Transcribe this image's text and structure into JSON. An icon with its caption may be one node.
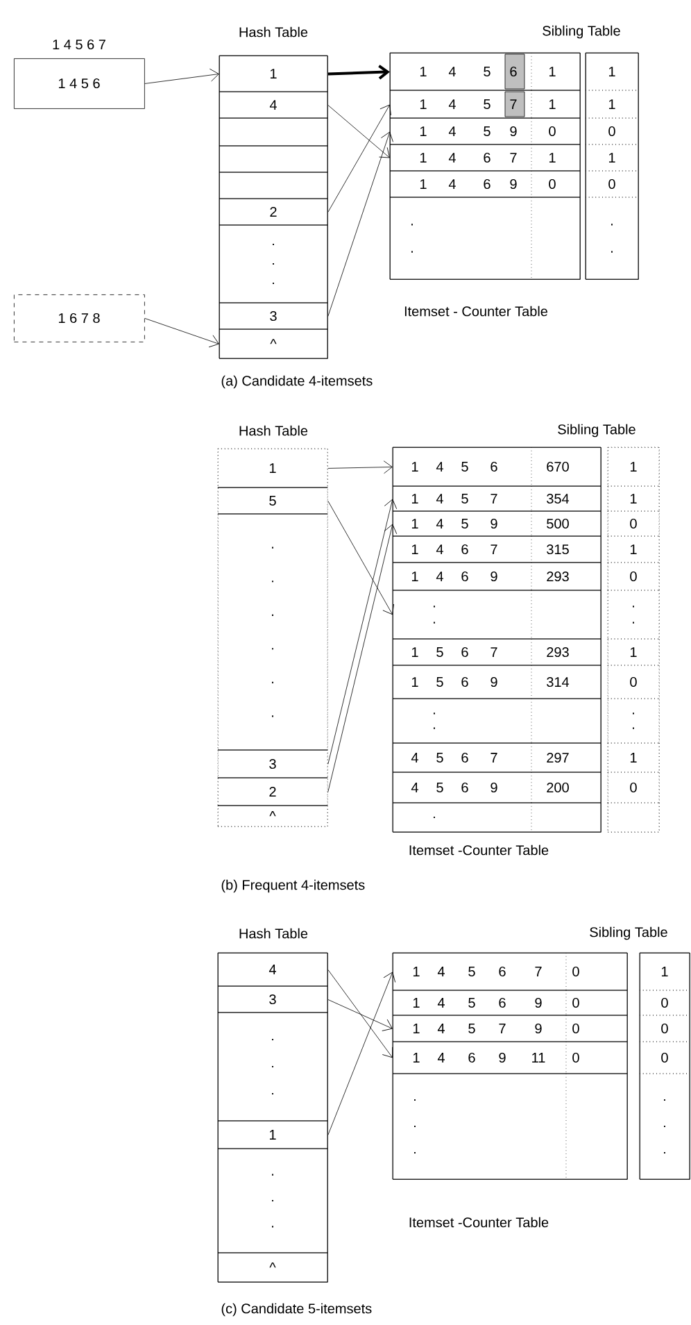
{
  "diagram": {
    "nodes": [
      {
        "text": [
          "1 4 5 6 7",
          "1 4 5 6"
        ]
      },
      {
        "text": [
          "1 6 7 8"
        ]
      },
      {
        "text": [
          "Hash Table"
        ]
      },
      {
        "text": [
          "1"
        ],
        "in": 2
      },
      {
        "text": [
          "4"
        ],
        "in": 2
      },
      {
        "text": [],
        "shape": "box",
        "in": 2
      },
      {
        "text": [],
        "shape": "box",
        "in": 2
      },
      {
        "text": [],
        "shape": "box",
        "in": 2
      },
      {
        "text": [
          "2"
        ],
        "in": 2
      },
      {
        "text": [
          ".",
          ".",
          "."
        ],
        "in": 2
      },
      {
        "text": [
          "3"
        ],
        "in": 2
      },
      {
        "text": [
          "^"
        ],
        "in": 2
      },
      {
        "text": [
          "Itemset - Counter Table"
        ]
      },
      {
        "text": [
          "1",
          "4",
          "5",
          "6",
          "1"
        ],
        "in": 12
      },
      {
        "text": [
          "1",
          "4",
          "5",
          "7",
          "1"
        ],
        "in": 12
      },
      {
        "text": [
          "1",
          "4",
          "5",
          "9",
          "0"
        ],
        "in": 12
      },
      {
        "text": [
          "1",
          "4",
          "6",
          "7",
          "1"
        ],
        "in": 12
      },
      {
        "text": [
          "1",
          "4",
          "6",
          "9",
          "0"
        ],
        "in": 12
      },
      {
        "text": [
          ".",
          "."
        ],
        "in": 12
      },
      {
        "text": [
          "Sibling Table"
        ]
      },
      {
        "text": [
          "1"
        ],
        "in": 19
      },
      {
        "text": [
          "1"
        ],
        "in": 19
      },
      {
        "text": [
          "0"
        ],
        "in": 19
      },
      {
        "text": [
          "1"
        ],
        "in": 19
      },
      {
        "text": [
          "0"
        ],
        "in": 19
      },
      {
        "text": [
          ".",
          "."
        ],
        "in": 19
      },
      {
        "text": [
          "Hash Table"
        ]
      },
      {
        "text": [
          "1"
        ],
        "in": 26
      },
      {
        "text": [
          "5"
        ],
        "in": 26
      },
      {
        "text": [
          ".",
          ".",
          ".",
          ".",
          ".",
          "."
        ],
        "in": 26
      },
      {
        "text": [
          "3"
        ],
        "in": 26
      },
      {
        "text": [
          "2"
        ],
        "in": 26
      },
      {
        "text": [
          "^"
        ],
        "in": 26
      },
      {
        "text": [
          "Itemset -Counter Table"
        ]
      },
      {
        "text": [
          "1",
          "4",
          "5",
          "6",
          "670"
        ],
        "in": 33
      },
      {
        "text": [
          "1",
          "4",
          "5",
          "7",
          "354"
        ],
        "in": 33
      },
      {
        "text": [
          "1",
          "4",
          "5",
          "9",
          "500"
        ],
        "in": 33
      },
      {
        "text": [
          "1",
          "4",
          "6",
          "7",
          "315"
        ],
        "in": 33
      },
      {
        "text": [
          "1",
          "4",
          "6",
          "9",
          "293"
        ],
        "in": 33
      },
      {
        "text": [
          ".",
          "."
        ],
        "in": 33
      },
      {
        "text": [
          "1",
          "5",
          "6",
          "7",
          "293"
        ],
        "in": 33
      },
      {
        "text": [
          "1",
          "5",
          "6",
          "9",
          "314"
        ],
        "in": 33
      },
      {
        "text": [
          ".",
          "."
        ],
        "in": 33
      },
      {
        "text": [
          "4",
          "5",
          "6",
          "7",
          "297"
        ],
        "in": 33
      },
      {
        "text": [
          "4",
          "5",
          "6",
          "9",
          "200"
        ],
        "in": 33
      },
      {
        "text": [
          "."
        ],
        "in": 33
      },
      {
        "text": [
          "Sibling Table"
        ]
      },
      {
        "text": [
          "1"
        ],
        "in": 46
      },
      {
        "text": [
          "1"
        ],
        "in": 46
      },
      {
        "text": [
          "0"
        ],
        "in": 46
      },
      {
        "text": [
          "1"
        ],
        "in": 46
      },
      {
        "text": [
          "0"
        ],
        "in": 46
      },
      {
        "text": [
          ".",
          "."
        ],
        "in": 46
      },
      {
        "text": [
          "1"
        ],
        "in": 46
      },
      {
        "text": [
          "0"
        ],
        "in": 46
      },
      {
        "text": [
          ".",
          "."
        ],
        "in": 46
      },
      {
        "text": [
          "1"
        ],
        "in": 46
      },
      {
        "text": [
          "0"
        ],
        "in": 46
      },
      {
        "text": [],
        "shape": "box",
        "in": 46
      },
      {
        "text": [
          "Hash Table"
        ]
      },
      {
        "text": [
          "4"
        ],
        "in": 59
      },
      {
        "text": [
          "3"
        ],
        "in": 59
      },
      {
        "text": [
          ".",
          ".",
          "."
        ],
        "in": 59
      },
      {
        "text": [
          "1"
        ],
        "in": 59
      },
      {
        "text": [
          ".",
          ".",
          "."
        ],
        "in": 59
      },
      {
        "text": [
          "^"
        ],
        "in": 59
      },
      {
        "text": [
          "Itemset -Counter Table"
        ]
      },
      {
        "text": [
          "1",
          "4",
          "5",
          "6",
          "7",
          "0"
        ],
        "in": 66
      },
      {
        "text": [
          "1",
          "4",
          "5",
          "6",
          "9",
          "0"
        ],
        "in": 66
      },
      {
        "text": [
          "1",
          "4",
          "5",
          "7",
          "9",
          "0"
        ],
        "in": 66
      },
      {
        "text": [
          "1",
          "4",
          "6",
          "9",
          "11",
          "0"
        ],
        "in": 66
      },
      {
        "text": [
          ".",
          ".",
          "."
        ],
        "in": 66
      },
      {
        "text": [
          "Sibling Table"
        ]
      },
      {
        "text": [
          "1"
        ],
        "in": 72
      },
      {
        "text": [
          "0"
        ],
        "in": 72
      },
      {
        "text": [
          "0"
        ],
        "in": 72
      },
      {
        "text": [
          "0"
        ],
        "in": 72
      },
      {
        "text": [
          ".",
          ".",
          "."
        ],
        "in": 72
      }
    ],
    "edges": [
      {
        "from": 0,
        "to": 3,
        "arrow": "to"
      },
      {
        "from": 1,
        "to": 11,
        "arrow": "to"
      },
      {
        "from": 3,
        "to": 13,
        "arrow": "to",
        "style": "thick"
      },
      {
        "from": 4,
        "to": 16,
        "arrow": "to"
      },
      {
        "from": 8,
        "to": 14,
        "arrow": "to"
      },
      {
        "from": 10,
        "to": 15,
        "arrow": "to"
      },
      {
        "from": 27,
        "to": 34,
        "arrow": "to"
      },
      {
        "from": 28,
        "to": 39,
        "arrow": "to"
      },
      {
        "from": 30,
        "to": 35,
        "arrow": "to"
      },
      {
        "from": 31,
        "to": 36,
        "arrow": "to"
      },
      {
        "from": 60,
        "to": 70,
        "arrow": "to"
      },
      {
        "from": 61,
        "to": 69,
        "arrow": "to"
      },
      {
        "from": 63,
        "to": 67,
        "arrow": "to"
      }
    ],
    "labels": [
      "(a) Candidate 4-itemsets",
      "(b) Frequent 4-itemsets",
      "(c) Candidate 5-itemsets"
    ]
  }
}
